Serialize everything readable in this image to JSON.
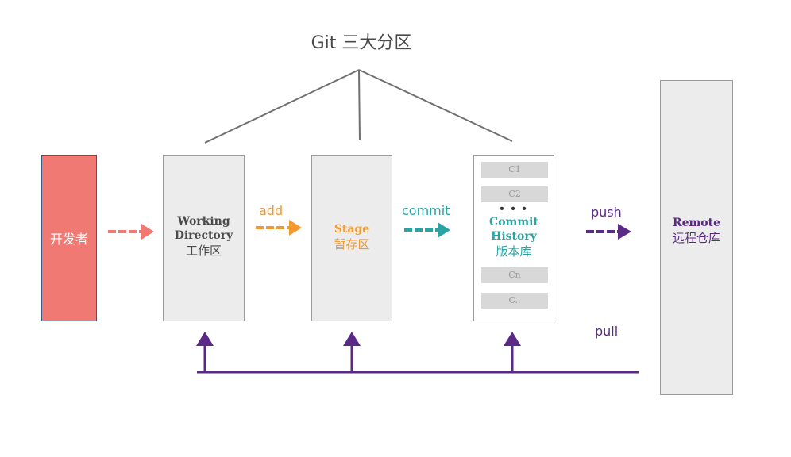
{
  "title": "Git 三大分区",
  "developer": {
    "label": "开发者"
  },
  "working_directory": {
    "label_en_1": "Working",
    "label_en_2": "Directory",
    "label_cn": "工作区"
  },
  "stage": {
    "label_en": "Stage",
    "label_cn": "暂存区"
  },
  "commit_history": {
    "label_en_1": "Commit",
    "label_en_2": "History",
    "label_cn": "版本库",
    "dots": "• • •",
    "commits_top": [
      "C1",
      "C2"
    ],
    "commits_bottom": [
      "Cn",
      "C.."
    ]
  },
  "remote": {
    "label_en": "Remote",
    "label_cn": "远程仓库"
  },
  "operations": {
    "add": "add",
    "commit": "commit",
    "push": "push",
    "pull": "pull"
  },
  "colors": {
    "developer": "#f07a73",
    "add": "#f29a2e",
    "commit": "#2aa3a3",
    "push_pull": "#5a2a86",
    "box_fill": "#ececec",
    "tree_line": "#707070"
  }
}
